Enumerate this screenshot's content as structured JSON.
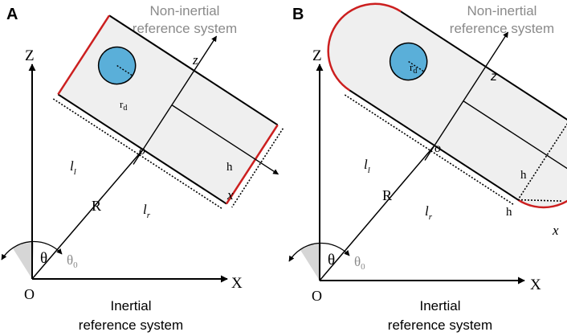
{
  "panels": {
    "a": {
      "letter": "A",
      "frame_title_line1": "Non-inertial",
      "frame_title_line2": "reference system",
      "inertial_line1": "Inertial",
      "inertial_line2": "reference system",
      "axis_Z": "Z",
      "axis_X": "X",
      "origin": "O",
      "local_z": "z",
      "local_x": "x",
      "local_origin": "o",
      "radius_label": "R",
      "theta": "θ",
      "theta0": "θ",
      "theta0_sub": "0",
      "droplet": "r",
      "droplet_sub": "d",
      "len_left": "l",
      "len_left_sub": "l",
      "len_right": "l",
      "len_right_sub": "r",
      "height": "h"
    },
    "b": {
      "letter": "B",
      "frame_title_line1": "Non-inertial",
      "frame_title_line2": "reference system",
      "inertial_line1": "Inertial",
      "inertial_line2": "reference system",
      "axis_Z": "Z",
      "axis_X": "X",
      "origin": "O",
      "local_z": "z",
      "local_x": "x",
      "local_origin": "o",
      "radius_label": "R",
      "theta": "θ",
      "theta0": "θ",
      "theta0_sub": "0",
      "droplet": "r",
      "droplet_sub": "d",
      "len_left": "l",
      "len_left_sub": "l",
      "len_right": "l",
      "len_right_sub": "r",
      "height_1": "h",
      "height_2": "h"
    }
  },
  "colors": {
    "line": "#000000",
    "fill": "#efefef",
    "wall": "#cc1f1f",
    "droplet": "#5aafd9",
    "muted": "#8a8a8a",
    "wedge": "#d6d6d6"
  }
}
